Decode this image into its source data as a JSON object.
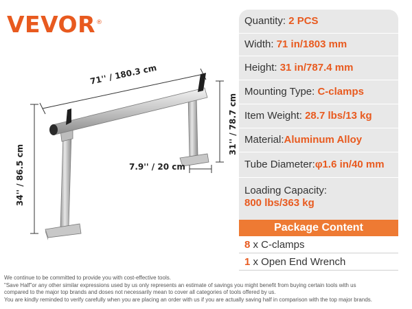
{
  "brand": {
    "name": "VEVOR",
    "mark": "®"
  },
  "dimensions": {
    "length": "71'' / 180.3 cm",
    "height_left": "34'' / 86.5 cm",
    "height_right": "31'' / 78.7 cm",
    "foot": "7.9'' / 20 cm"
  },
  "specs": [
    {
      "label": "Quantity: ",
      "value": "2 PCS"
    },
    {
      "label": "Width: ",
      "value": "71 in/1803 mm"
    },
    {
      "label": "Height: ",
      "value": "31 in/787.4 mm"
    },
    {
      "label": "Mounting Type: ",
      "value": "C-clamps"
    },
    {
      "label": "Item Weight: ",
      "value": "28.7 lbs/13 kg"
    },
    {
      "label": "Material:",
      "value": "Aluminum Alloy"
    },
    {
      "label": "Tube Diameter:",
      "value": "φ1.6 in/40 mm"
    },
    {
      "label": "Loading Capacity:",
      "value": "800 lbs/363 kg"
    }
  ],
  "package": {
    "title": "Package Content",
    "items": [
      {
        "qty": "8",
        "text": " x C-clamps"
      },
      {
        "qty": "1",
        "text": " x Open End Wrench"
      }
    ]
  },
  "disclaimer": [
    "We continue to be committed to provide you with cost-effective tools.",
    "\"Save Half\"or any other similar expressions used by us only represents an estimate of savings you might benefit from buying certain tools with us",
    "compared to the major top brands and doses not necessarily mean to cover all categories of tools offered by us.",
    "You are kindly reminded to verify carefully when you are placing an order with us if you are actually saving half in comparison with the top major brands."
  ],
  "colors": {
    "accent": "#e85a1f",
    "panel": "#e8e8e8",
    "header": "#ee7a33"
  }
}
